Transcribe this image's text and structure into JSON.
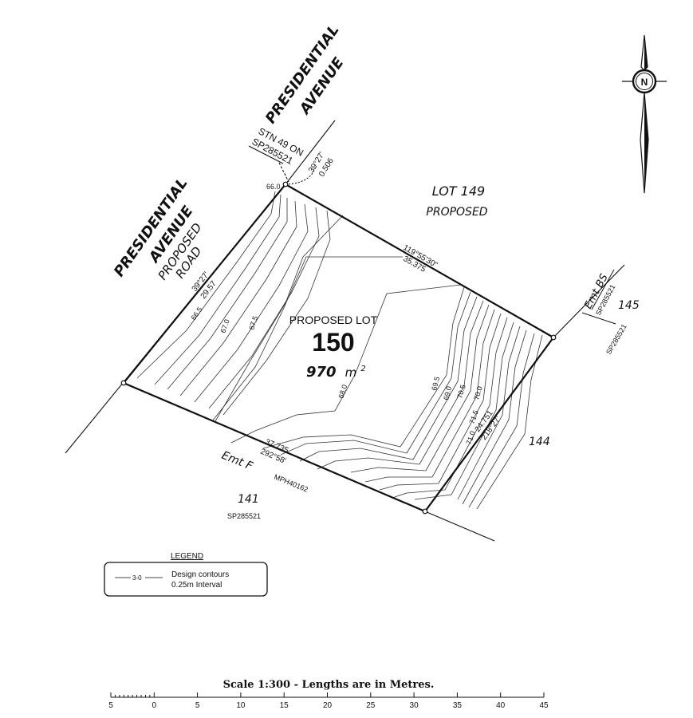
{
  "roads": {
    "north_line1": "PRESIDENTIAL",
    "north_line2": "AVENUE",
    "west_line1": "PRESIDENTIAL",
    "west_line2": "AVENUE",
    "west_proposed": "PROPOSED",
    "west_road": "ROAD"
  },
  "station": {
    "line1": "STN 49 ON",
    "line2": "SP285521",
    "bearing": "39°27'",
    "distance": "0.506"
  },
  "spot_level": "66.0",
  "lots": {
    "main_label": "PROPOSED LOT",
    "main_number": "150",
    "main_area_value": "970",
    "main_area_unit": "m",
    "main_area_exp": "2",
    "lot149_title": "LOT 149",
    "lot149_sub": "PROPOSED",
    "lot145": "145",
    "lot144": "144",
    "lot141": "141",
    "lot141_plan": "SP285521"
  },
  "boundaries": {
    "nw_bearing": "39°27'",
    "nw_distance": "29.57",
    "ne_bearing": "119°55'30\"",
    "ne_distance": "35.375",
    "se_distance": "24.751",
    "se_bearing": "218°27'",
    "sw_distance": "37.735",
    "sw_bearing": "292°58'"
  },
  "easements": {
    "emt_f": "Emt F",
    "emt_f_plan": "MPH40162",
    "emt_bs": "Emt BS",
    "emt_bs_plan": "SP285521",
    "lot145_plan": "SP285521"
  },
  "contour_labels": [
    "66.5",
    "67.0",
    "67.5",
    "68.0",
    "69.5",
    "69.0",
    "70.5",
    "70.0",
    "71.5",
    "71.0"
  ],
  "legend": {
    "title": "LEGEND",
    "sample_label": "3-0",
    "line1": "Design contours",
    "line2": "0.25m Interval"
  },
  "north_arrow": {
    "letter": "N"
  },
  "scale_bar": {
    "title": "Scale 1:300 - Lengths are in Metres.",
    "ticks": [
      "5",
      "0",
      "5",
      "10",
      "15",
      "20",
      "25",
      "30",
      "35",
      "40",
      "45"
    ]
  },
  "colors": {
    "ink": "#111111",
    "contour": "#333333",
    "background": "#ffffff"
  }
}
